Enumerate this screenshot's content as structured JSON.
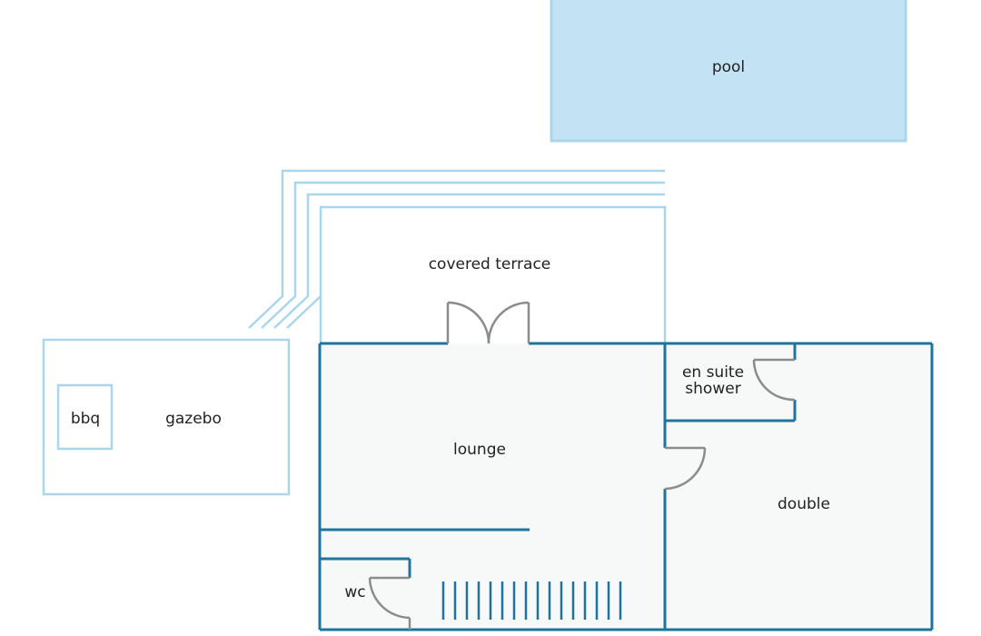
{
  "plan": {
    "rooms": {
      "pool": "pool",
      "covered_terrace": "covered terrace",
      "gazebo": "gazebo",
      "bbq": "bbq",
      "lounge": "lounge",
      "en_suite_shower_line1": "en suite",
      "en_suite_shower_line2": "shower",
      "double": "double",
      "wc": "wc"
    },
    "colors": {
      "pool_fill": "#c3e3f5",
      "pool_border": "#a9d6ea",
      "outdoor_line": "#a9d6ea",
      "interior_wall": "#20739c",
      "interior_floor": "#f7f8f8",
      "door": "#8c8c8c",
      "text": "#222222"
    }
  }
}
